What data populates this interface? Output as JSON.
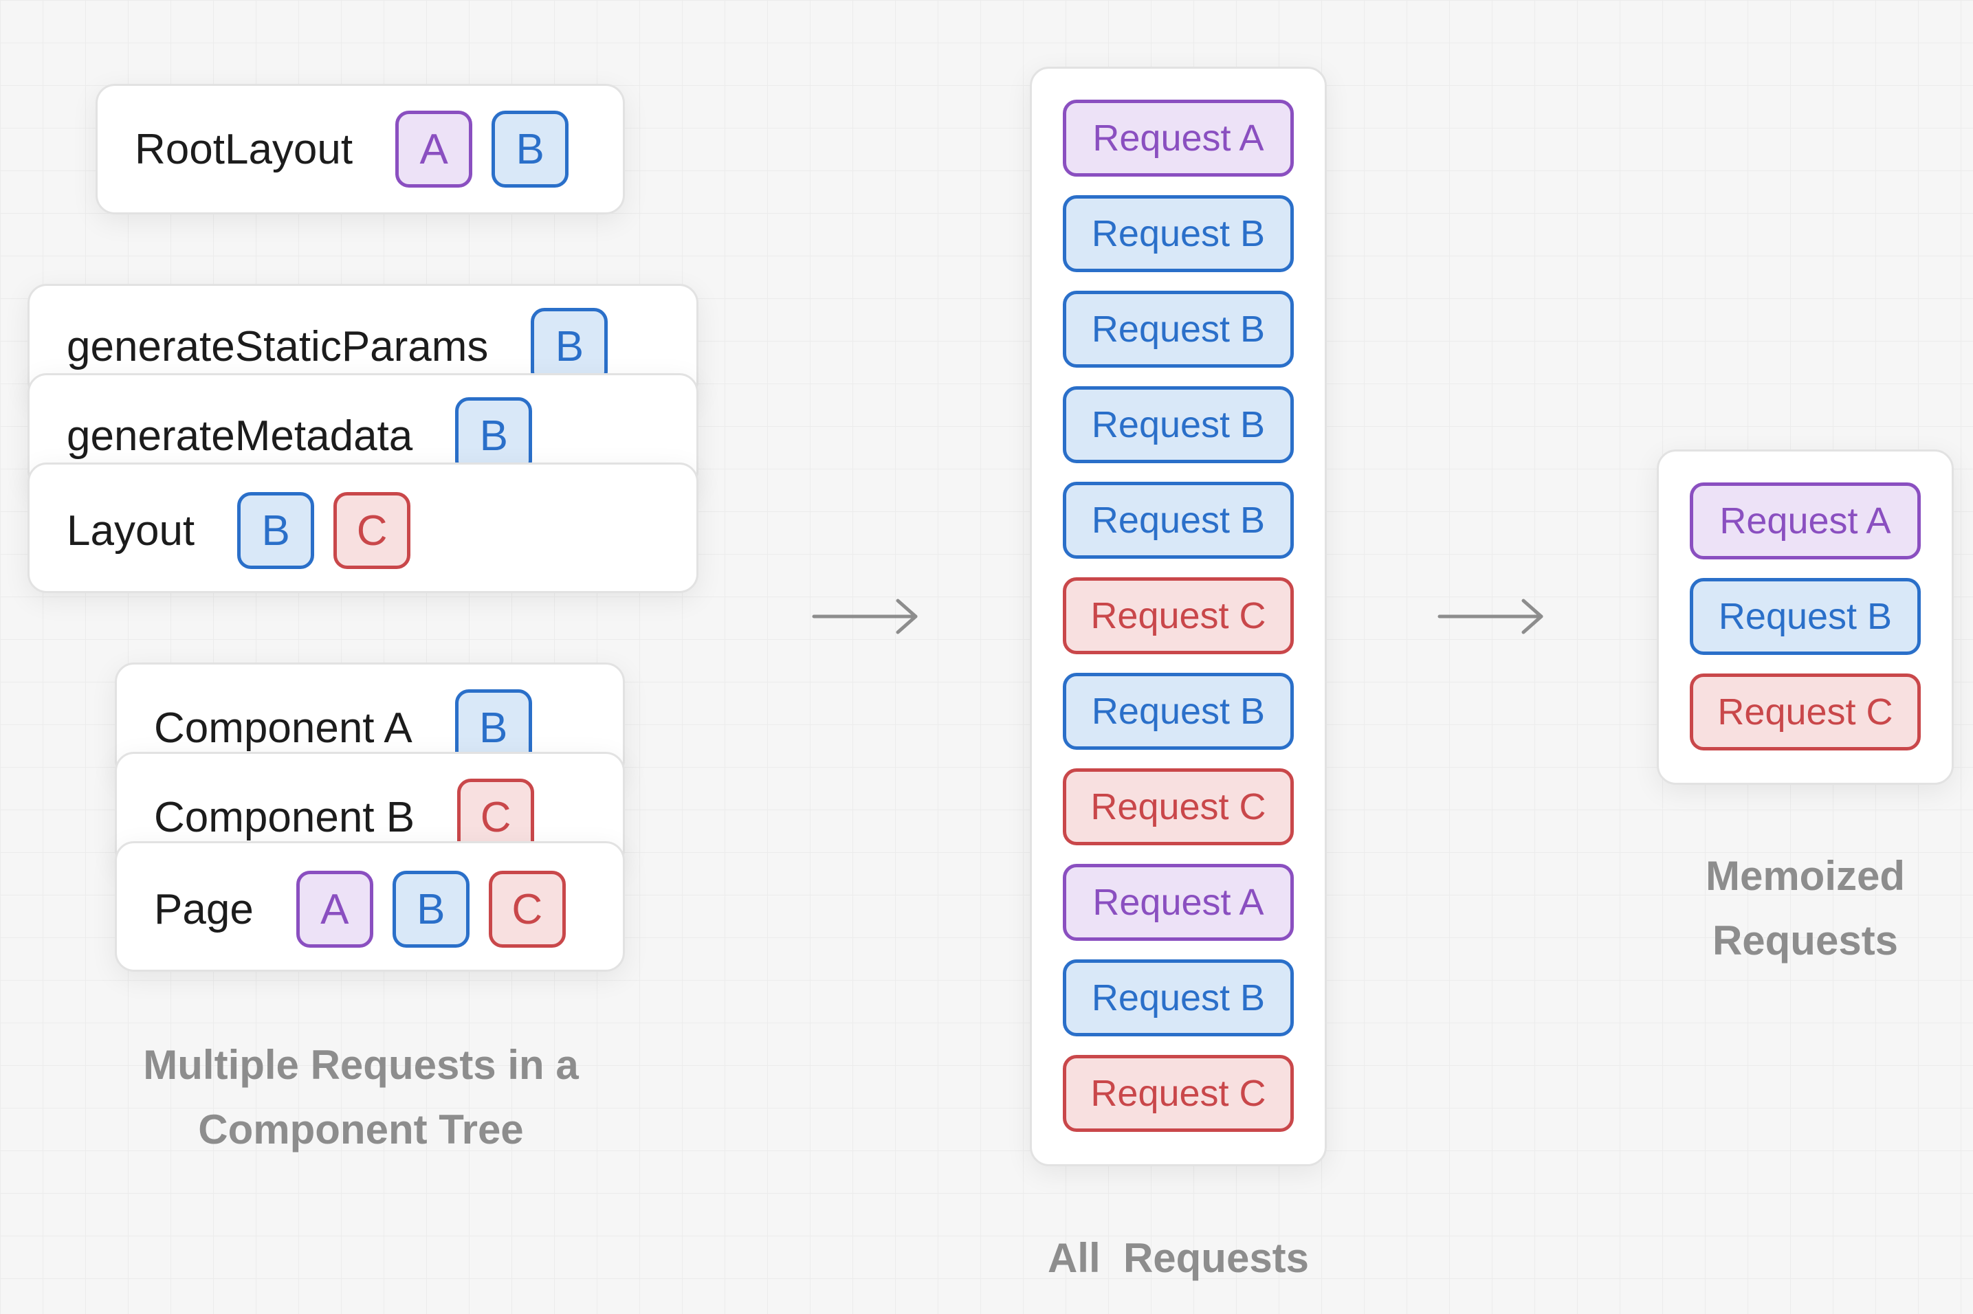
{
  "tree": {
    "root_layout": {
      "label": "RootLayout",
      "badges": [
        "A",
        "B"
      ]
    },
    "stack1": [
      {
        "label": "generateStaticParams",
        "badges": [
          "B"
        ]
      },
      {
        "label": "generateMetadata",
        "badges": [
          "B"
        ]
      },
      {
        "label": "Layout",
        "badges": [
          "B",
          "C"
        ]
      }
    ],
    "stack2": [
      {
        "label": "Component A",
        "badges": [
          "B"
        ]
      },
      {
        "label": "Component B",
        "badges": [
          "C"
        ]
      },
      {
        "label": "Page",
        "badges": [
          "A",
          "B",
          "C"
        ]
      }
    ],
    "caption_line1": "Multiple Requests in a",
    "caption_line2": "Component Tree"
  },
  "all_requests": {
    "items": [
      {
        "label": "Request A",
        "kind": "A"
      },
      {
        "label": "Request B",
        "kind": "B"
      },
      {
        "label": "Request B",
        "kind": "B"
      },
      {
        "label": "Request B",
        "kind": "B"
      },
      {
        "label": "Request B",
        "kind": "B"
      },
      {
        "label": "Request C",
        "kind": "C"
      },
      {
        "label": "Request B",
        "kind": "B"
      },
      {
        "label": "Request C",
        "kind": "C"
      },
      {
        "label": "Request A",
        "kind": "A"
      },
      {
        "label": "Request B",
        "kind": "B"
      },
      {
        "label": "Request C",
        "kind": "C"
      }
    ],
    "caption": "All  Requests"
  },
  "memoized": {
    "items": [
      {
        "label": "Request A",
        "kind": "A"
      },
      {
        "label": "Request B",
        "kind": "B"
      },
      {
        "label": "Request C",
        "kind": "C"
      }
    ],
    "caption_line1": "Memoized",
    "caption_line2": "Requests"
  },
  "colors": {
    "A": "#8a4fc0",
    "B": "#2a6fc9",
    "C": "#c9474a",
    "caption": "#8d8d8d"
  }
}
